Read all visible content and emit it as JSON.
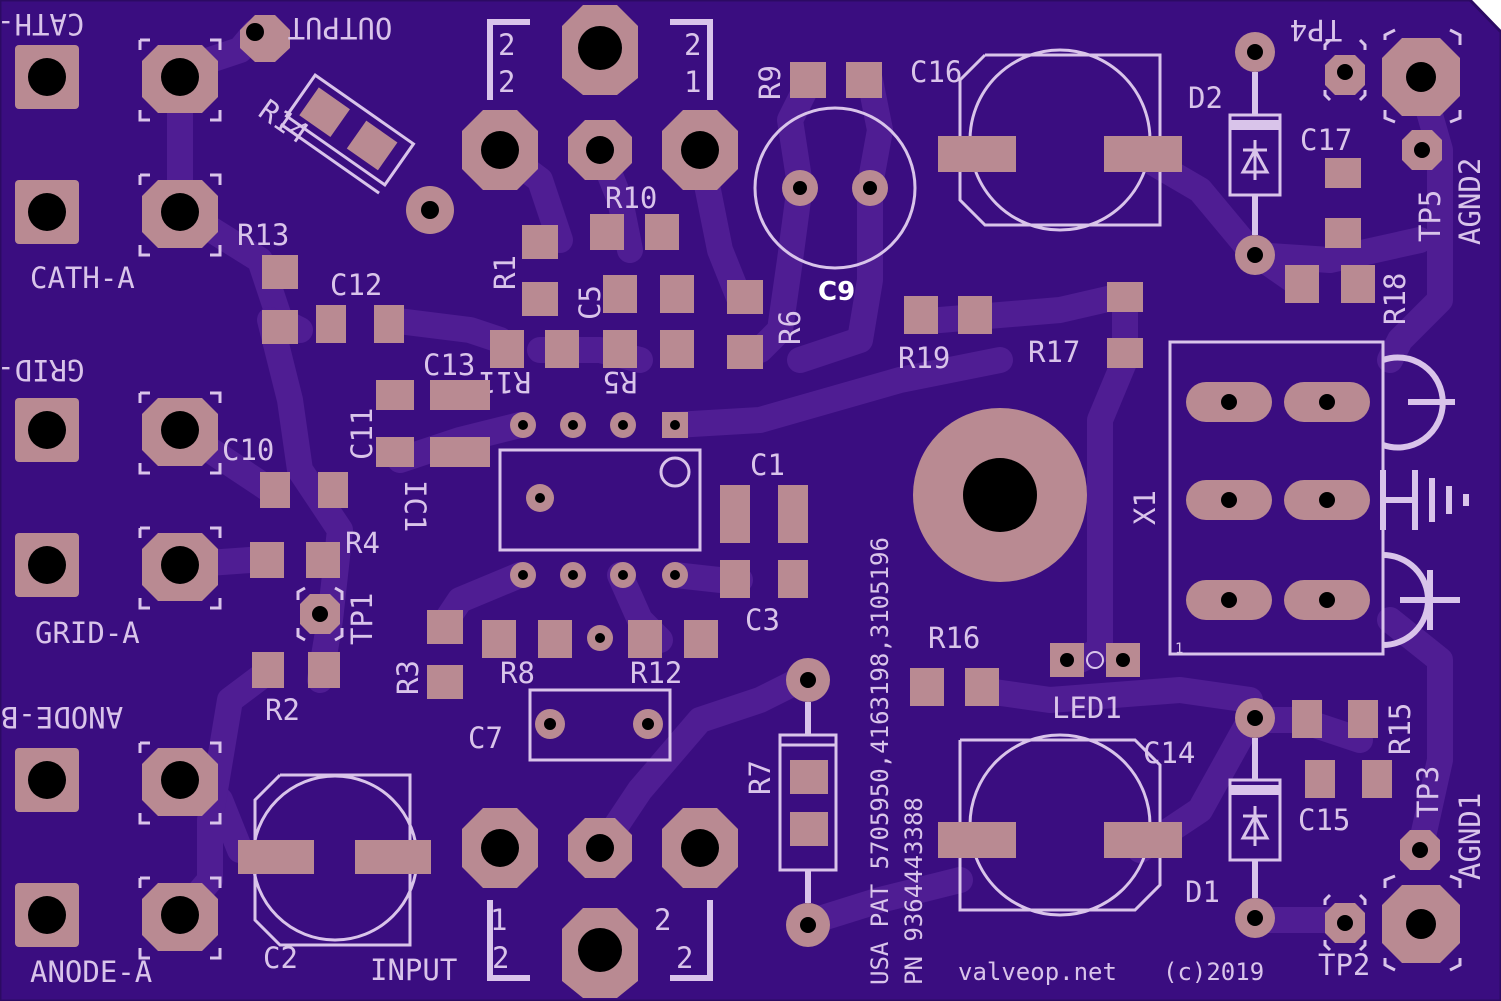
{
  "board": {
    "colors": {
      "substrate": "#3a0d80",
      "trace": "#4f1d93",
      "pad": "#b98a92",
      "silkscreen": "#d9c4ea",
      "edge": "#2c0a63"
    },
    "labels": {
      "cath_b": "CATH-B",
      "cath_a": "CATH-A",
      "grid_b": "GRID-B",
      "grid_a": "GRID-A",
      "anode_b": "ANODE-B",
      "anode_a": "ANODE-A",
      "output": "OUTPUT",
      "input": "INPUT",
      "agnd2": "AGND2",
      "agnd1": "AGND1"
    },
    "pin_numbers": {
      "out_tl": "2",
      "out_bl": "2",
      "out_tr": "2",
      "out_br": "1",
      "in_tl": "1",
      "in_bl": "2",
      "in_tr": "2",
      "in_br": "2",
      "x1_pin": "1"
    },
    "components": {
      "r1": "R1",
      "r2": "R2",
      "r3": "R3",
      "r4": "R4",
      "r5": "R5",
      "r6": "R6",
      "r7": "R7",
      "r8": "R8",
      "r9": "R9",
      "r10": "R10",
      "r11": "R11",
      "r12": "R12",
      "r13": "R13",
      "r14": "R14",
      "r15": "R15",
      "r16": "R16",
      "r17": "R17",
      "r18": "R18",
      "r19": "R19",
      "c1": "C1",
      "c2": "C2",
      "c3": "C3",
      "c5": "C5",
      "c7": "C7",
      "c9": "C9",
      "c10": "C10",
      "c11": "C11",
      "c12": "C12",
      "c13": "C13",
      "c14": "C14",
      "c15": "C15",
      "c16": "C16",
      "c17": "C17",
      "d1": "D1",
      "d2": "D2",
      "ic1": "IC1",
      "led1": "LED1",
      "x1": "X1",
      "tp1": "TP1",
      "tp2": "TP2",
      "tp3": "TP3",
      "tp4": "TP4",
      "tp5": "TP5"
    },
    "footer": {
      "patent": "USA PAT 5705950,4163198,3105196",
      "pn": "PN 9364443388",
      "website": "valveop.net",
      "copyright": "(c)2019"
    }
  }
}
